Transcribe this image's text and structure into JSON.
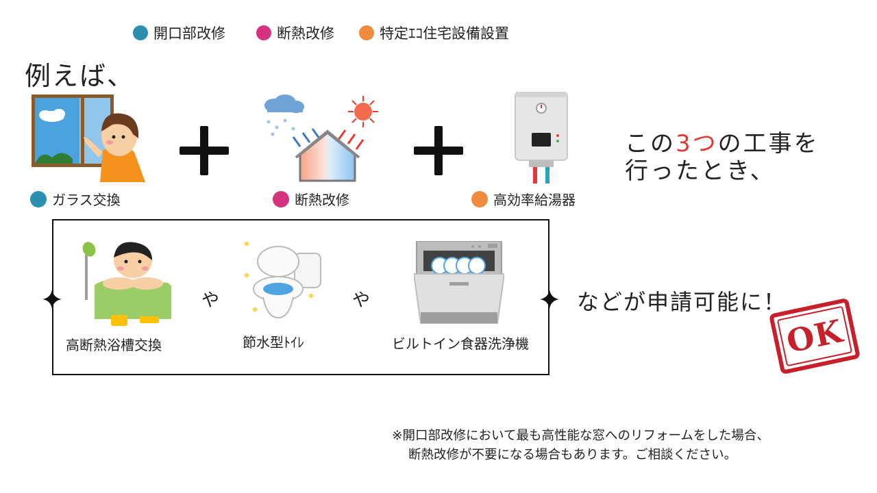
{
  "legend": {
    "items": [
      {
        "label": "開口部改修",
        "color": "#2a8fb0"
      },
      {
        "label": "断熱改修",
        "color": "#d6337f"
      },
      {
        "label": "特定ｴｺ住宅設備設置",
        "color": "#f08a3e"
      }
    ]
  },
  "intro": "例えば、",
  "works": [
    {
      "label": "ガラス交換",
      "color": "#2a8fb0",
      "icon": "window-child-icon"
    },
    {
      "label": "断熱改修",
      "color": "#d6337f",
      "icon": "house-insulation-icon"
    },
    {
      "label": "高効率給湯器",
      "color": "#f08a3e",
      "icon": "water-heater-icon"
    }
  ],
  "condition": {
    "pre": "この",
    "highlight": "3つ",
    "post": "の工事を",
    "line2": "行ったとき、",
    "highlight_color": "#e53935"
  },
  "optional_items": [
    {
      "label": "高断熱浴槽交換",
      "icon": "bathtub-icon"
    },
    {
      "label": "節水型ﾄｲﾚ",
      "icon": "toilet-icon"
    },
    {
      "label": "ビルトイン食器洗浄機",
      "icon": "dishwasher-icon"
    }
  ],
  "separator": "や",
  "result": "などが申請可能に！",
  "stamp": {
    "text": "OK",
    "color": "#c8202a"
  },
  "note": {
    "line1": "※開口部改修において最も高性能な窓へのリフォームをした場合、",
    "line2": "断熱改修が不要になる場合もあります。ご相談ください。"
  }
}
